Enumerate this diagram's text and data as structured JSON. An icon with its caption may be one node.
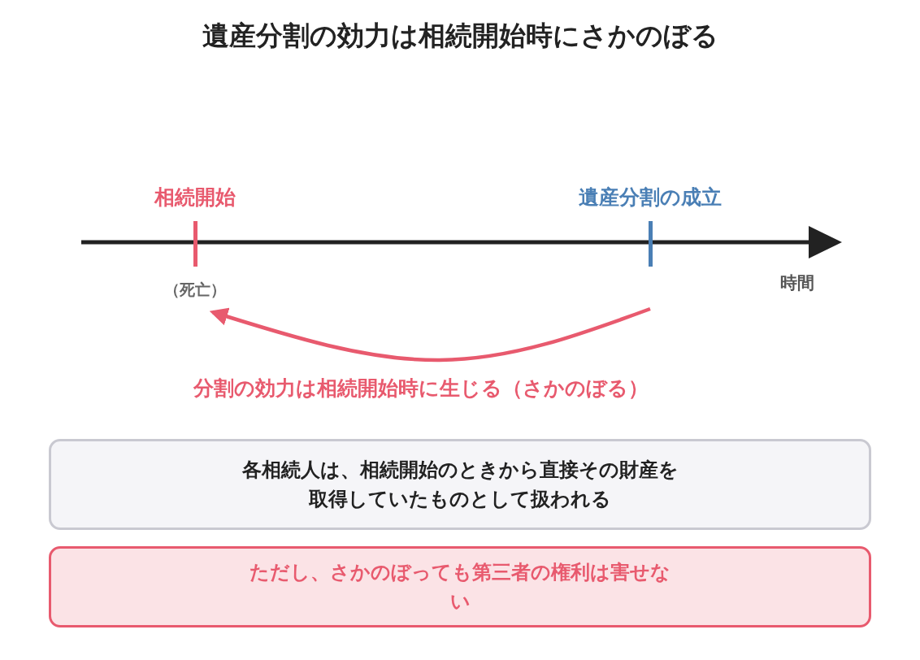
{
  "diagram": {
    "title": "遺産分割の効力は相続開始時にさかのぼる",
    "nodes": [
      {
        "text": [
          "相続開始"
        ],
        "beside": [
          "（死亡）"
        ]
      },
      {
        "text": [
          "遺産分割の成立"
        ]
      },
      {
        "text": [
          "各相続人は、相続開始のときから直接その財産を取得していたものとして扱われる"
        ]
      },
      {
        "text": [
          "ただし、さかのぼっても第三者の権利は害せない"
        ]
      }
    ],
    "edges": [
      {
        "from": 1,
        "to": 0,
        "arrow": "to",
        "label": "分割の効力は相続開始時に生じる（さかのぼる）",
        "color": "#e85a6e"
      }
    ],
    "labels": [
      "時間"
    ]
  }
}
